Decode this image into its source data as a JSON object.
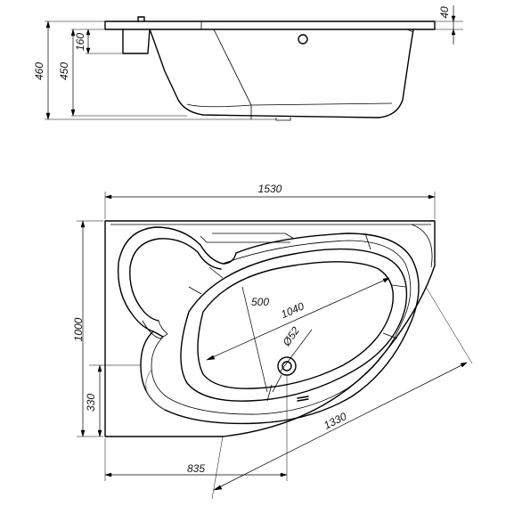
{
  "dimensions": {
    "side_total_height": "460",
    "side_inner_depth": "450",
    "side_step_height": "160",
    "side_rim_thickness": "40",
    "top_overall_width": "1530",
    "top_overall_depth": "1000",
    "top_edge_offset": "330",
    "top_bottom_span": "835",
    "top_diagonal_length": "1330",
    "basin_width": "500",
    "basin_length": "1040",
    "drain_diameter": "Ø52"
  }
}
